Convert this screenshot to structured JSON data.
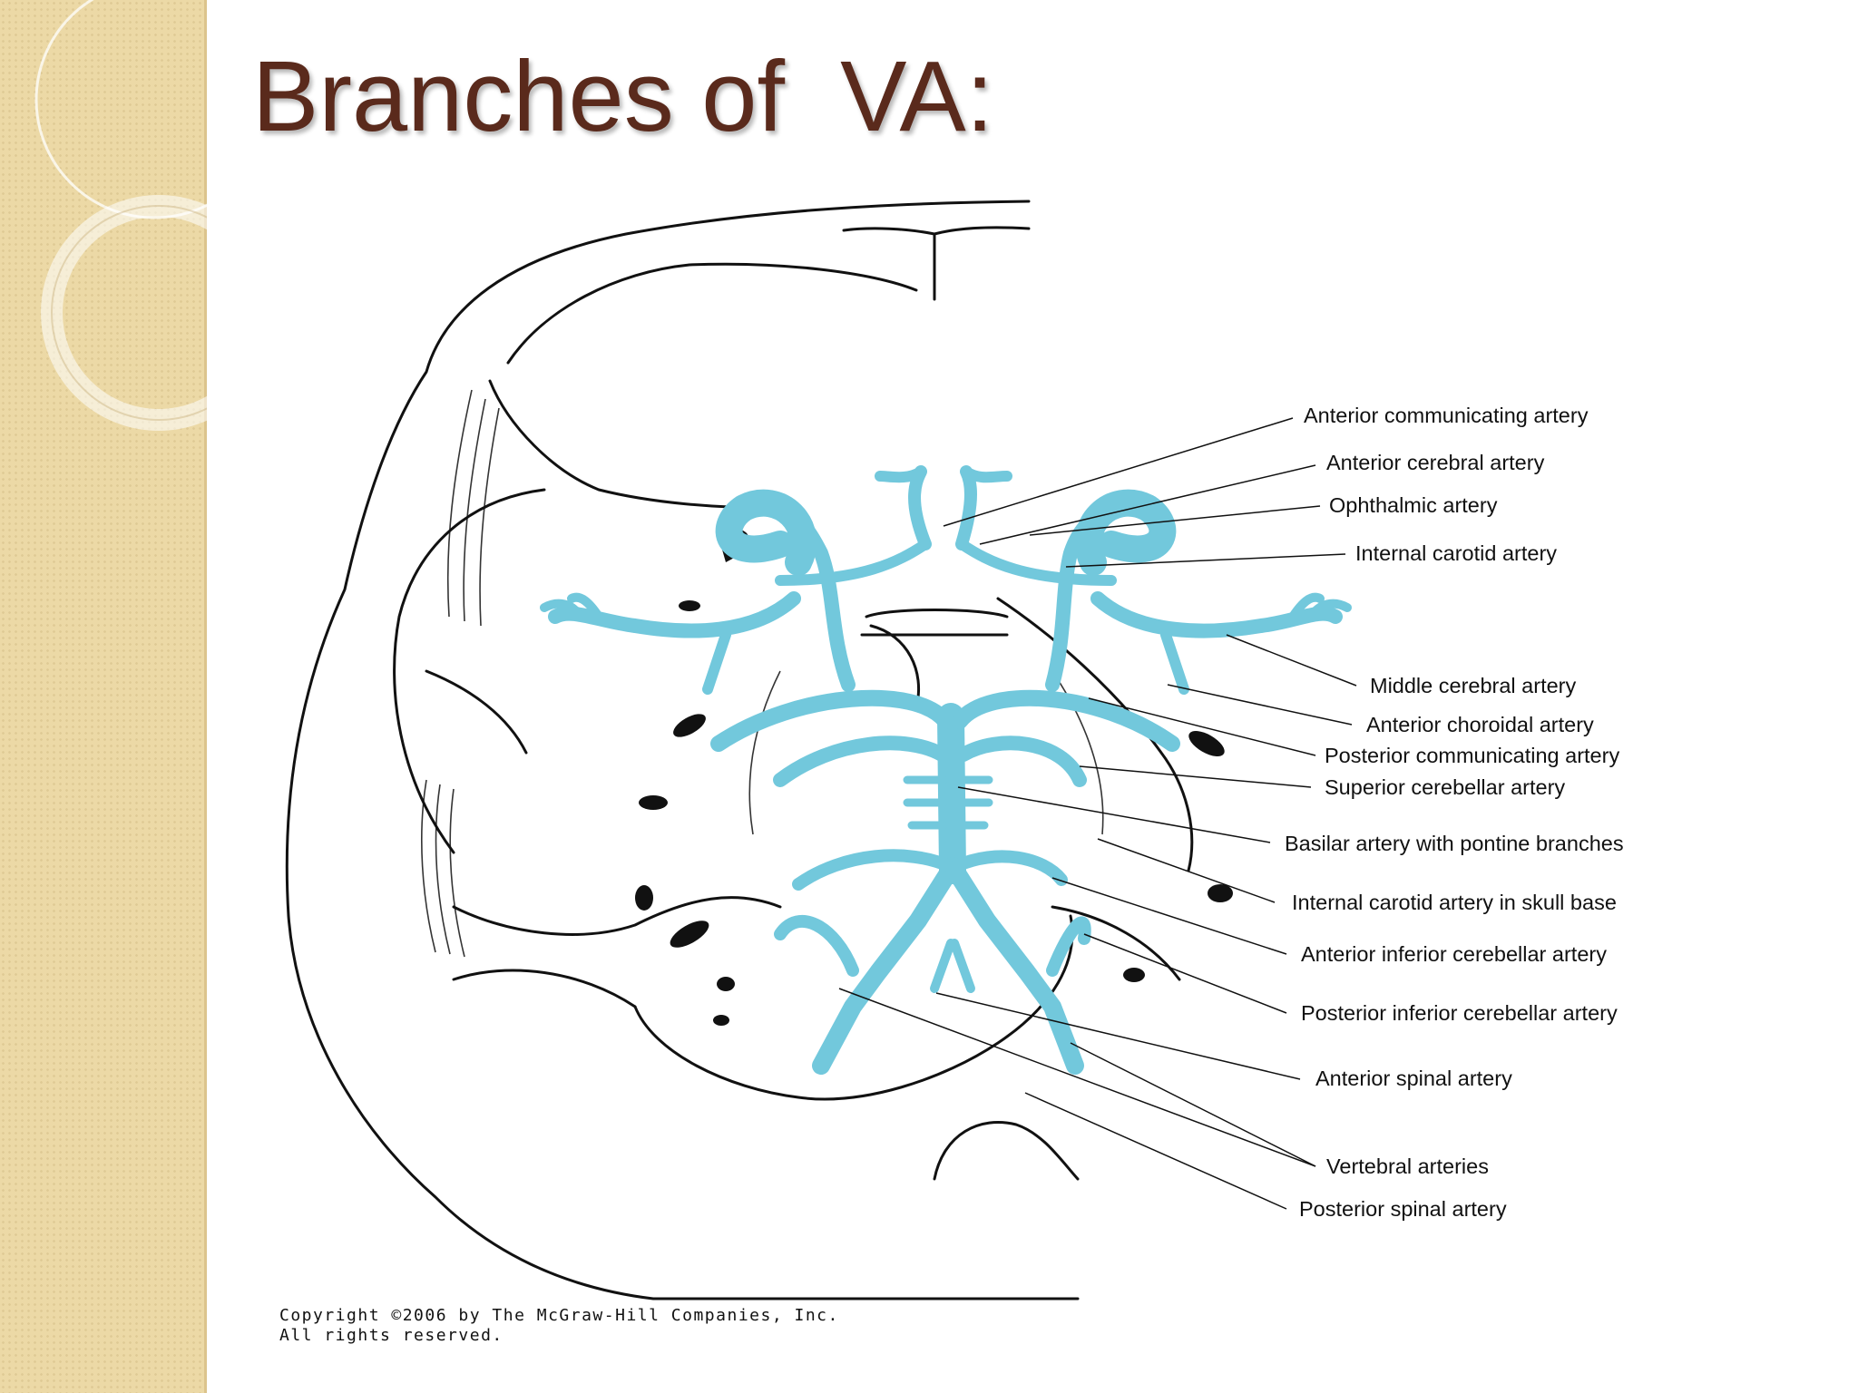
{
  "slide": {
    "title": "Branches of  VA:",
    "accent_color": "#5a2a1c",
    "artery_color": "#72c8dc",
    "sidebar_color": "#ecd9a6"
  },
  "labels": [
    "Anterior communicating artery",
    "Anterior cerebral artery",
    "Ophthalmic artery",
    "Internal carotid artery",
    "Middle cerebral artery",
    "Anterior choroidal artery",
    "Posterior communicating artery",
    "Superior cerebellar artery",
    "Basilar artery with pontine branches",
    "Internal carotid artery in skull base",
    "Anterior inferior cerebellar artery",
    "Posterior inferior cerebellar artery",
    "Anterior spinal artery",
    "Vertebral arteries",
    "Posterior spinal artery"
  ],
  "copyright": {
    "line1": "Copyright ©2006 by The McGraw-Hill Companies, Inc.",
    "line2": "All rights reserved."
  }
}
